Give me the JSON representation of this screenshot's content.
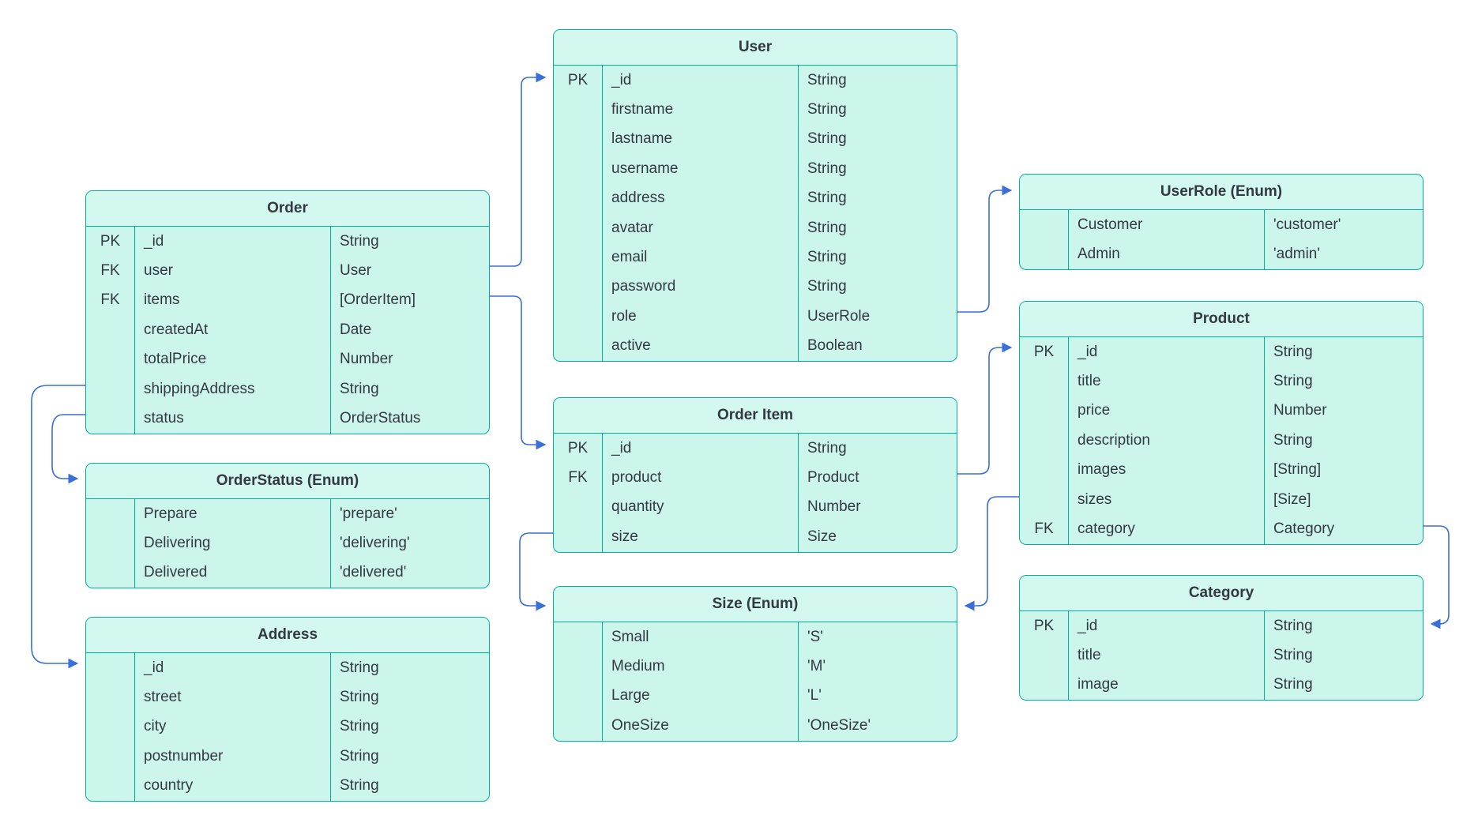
{
  "diagram": {
    "type": "er-diagram",
    "title": "",
    "colors": {
      "entity_border": "#00b398",
      "entity_fill": "#ccf6ec",
      "header_fill": "#d3f8ef",
      "text": "#333941",
      "relationship_line": "#3a6ed8",
      "background": "#ffffff"
    }
  },
  "entities": {
    "user": {
      "title": "User",
      "rows": [
        {
          "key": "PK",
          "name": "_id",
          "type": "String"
        },
        {
          "key": "",
          "name": "firstname",
          "type": "String"
        },
        {
          "key": "",
          "name": "lastname",
          "type": "String"
        },
        {
          "key": "",
          "name": "username",
          "type": "String"
        },
        {
          "key": "",
          "name": "address",
          "type": "String"
        },
        {
          "key": "",
          "name": "avatar",
          "type": "String"
        },
        {
          "key": "",
          "name": "email",
          "type": "String"
        },
        {
          "key": "",
          "name": "password",
          "type": "String"
        },
        {
          "key": "",
          "name": "role",
          "type": "UserRole"
        },
        {
          "key": "",
          "name": "active",
          "type": "Boolean"
        }
      ]
    },
    "order": {
      "title": "Order",
      "rows": [
        {
          "key": "PK",
          "name": "_id",
          "type": "String"
        },
        {
          "key": "FK",
          "name": "user",
          "type": "User"
        },
        {
          "key": "FK",
          "name": "items",
          "type": "[OrderItem]"
        },
        {
          "key": "",
          "name": "createdAt",
          "type": "Date"
        },
        {
          "key": "",
          "name": "totalPrice",
          "type": "Number"
        },
        {
          "key": "",
          "name": "shippingAddress",
          "type": "String"
        },
        {
          "key": "",
          "name": "status",
          "type": "OrderStatus"
        }
      ]
    },
    "orderstatus": {
      "title": "OrderStatus (Enum)",
      "rows": [
        {
          "key": "",
          "name": "Prepare",
          "type": "'prepare'"
        },
        {
          "key": "",
          "name": "Delivering",
          "type": "'delivering'"
        },
        {
          "key": "",
          "name": "Delivered",
          "type": "'delivered'"
        }
      ]
    },
    "address": {
      "title": "Address",
      "rows": [
        {
          "key": "",
          "name": "_id",
          "type": "String"
        },
        {
          "key": "",
          "name": "street",
          "type": "String"
        },
        {
          "key": "",
          "name": "city",
          "type": "String"
        },
        {
          "key": "",
          "name": "postnumber",
          "type": "String"
        },
        {
          "key": "",
          "name": "country",
          "type": "String"
        }
      ]
    },
    "orderitem": {
      "title": "Order Item",
      "rows": [
        {
          "key": "PK",
          "name": "_id",
          "type": "String"
        },
        {
          "key": "FK",
          "name": "product",
          "type": "Product"
        },
        {
          "key": "",
          "name": "quantity",
          "type": "Number"
        },
        {
          "key": "",
          "name": "size",
          "type": "Size"
        }
      ]
    },
    "size": {
      "title": "Size (Enum)",
      "rows": [
        {
          "key": "",
          "name": "Small",
          "type": "'S'"
        },
        {
          "key": "",
          "name": "Medium",
          "type": "'M'"
        },
        {
          "key": "",
          "name": "Large",
          "type": "'L'"
        },
        {
          "key": "",
          "name": "OneSize",
          "type": "'OneSize'"
        }
      ]
    },
    "userrole": {
      "title": "UserRole (Enum)",
      "rows": [
        {
          "key": "",
          "name": "Customer",
          "type": "'customer'"
        },
        {
          "key": "",
          "name": "Admin",
          "type": "'admin'"
        }
      ]
    },
    "product": {
      "title": "Product",
      "rows": [
        {
          "key": "PK",
          "name": "_id",
          "type": "String"
        },
        {
          "key": "",
          "name": "title",
          "type": "String"
        },
        {
          "key": "",
          "name": "price",
          "type": "Number"
        },
        {
          "key": "",
          "name": "description",
          "type": "String"
        },
        {
          "key": "",
          "name": "images",
          "type": "[String]"
        },
        {
          "key": "",
          "name": "sizes",
          "type": "[Size]"
        },
        {
          "key": "FK",
          "name": "category",
          "type": "Category"
        }
      ]
    },
    "category": {
      "title": "Category",
      "rows": [
        {
          "key": "PK",
          "name": "_id",
          "type": "String"
        },
        {
          "key": "",
          "name": "title",
          "type": "String"
        },
        {
          "key": "",
          "name": "image",
          "type": "String"
        }
      ]
    }
  },
  "relationships": [
    {
      "from": "order",
      "from_field": "user",
      "to": "user",
      "label": ""
    },
    {
      "from": "order",
      "from_field": "items",
      "to": "orderitem",
      "label": ""
    },
    {
      "from": "order",
      "from_field": "status",
      "to": "orderstatus",
      "label": ""
    },
    {
      "from": "order",
      "from_field": "shippingAddress",
      "to": "address",
      "label": ""
    },
    {
      "from": "user",
      "from_field": "role",
      "to": "userrole",
      "label": ""
    },
    {
      "from": "orderitem",
      "from_field": "product",
      "to": "product",
      "label": ""
    },
    {
      "from": "orderitem",
      "from_field": "size",
      "to": "size",
      "label": ""
    },
    {
      "from": "product",
      "from_field": "sizes",
      "to": "size",
      "label": ""
    },
    {
      "from": "product",
      "from_field": "category",
      "to": "category",
      "label": ""
    }
  ]
}
